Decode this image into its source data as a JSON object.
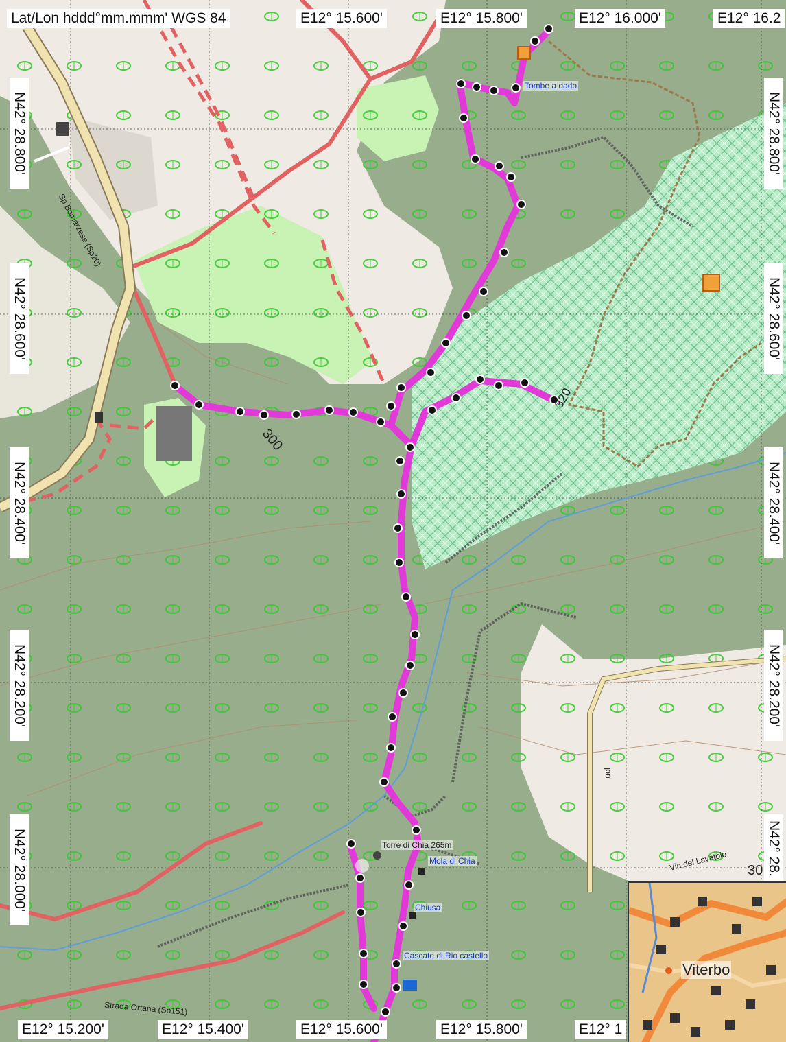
{
  "colors": {
    "forest": "#98ad8c",
    "field": "#efeae3",
    "meadow": "#c9f2b5",
    "route": "#e23ad8",
    "road_main": "#f1e3b0",
    "road_red": "#e06262",
    "river": "#5f9ed8",
    "inset_bg": "#e9c58a"
  },
  "map": {
    "datum_label": "Lat/Lon hddd°mm.mmm' WGS 84",
    "top_lon_labels": [
      "E12° 15.600'",
      "E12° 15.800'",
      "E12° 16.000'",
      "E12° 16.2"
    ],
    "bottom_lon_labels": [
      "E12° 15.200'",
      "E12° 15.400'",
      "E12° 15.600'",
      "E12° 15.800'",
      "E12° 1"
    ],
    "left_lat_labels": [
      "N42° 28.800'",
      "N42° 28.600'",
      "N42° 28.400'",
      "N42° 28.200'",
      "N42° 28.000'"
    ],
    "right_lat_labels": [
      "N42° 28.800'",
      "N42° 28.600'",
      "N42° 28.400'",
      "N42° 28.200'",
      "N42° 28."
    ]
  },
  "labels": {
    "road_sp": "Sp Bomarzese (Sp20)",
    "contour_300": "300",
    "contour_320": "320",
    "contour_30": "30",
    "road_lavatoio": "Via del Lavatoio",
    "road_strada": "Strada Ortana (Sp151)",
    "road_ucl": "ucl"
  },
  "pois": [
    {
      "name": "Tombe a dado"
    },
    {
      "name": "Torre di Chia 265m"
    },
    {
      "name": "Mola di Chia"
    },
    {
      "name": "Chiusa"
    },
    {
      "name": "Cascate di Rio castello"
    }
  ],
  "inset": {
    "city_label": "Viterbo"
  }
}
